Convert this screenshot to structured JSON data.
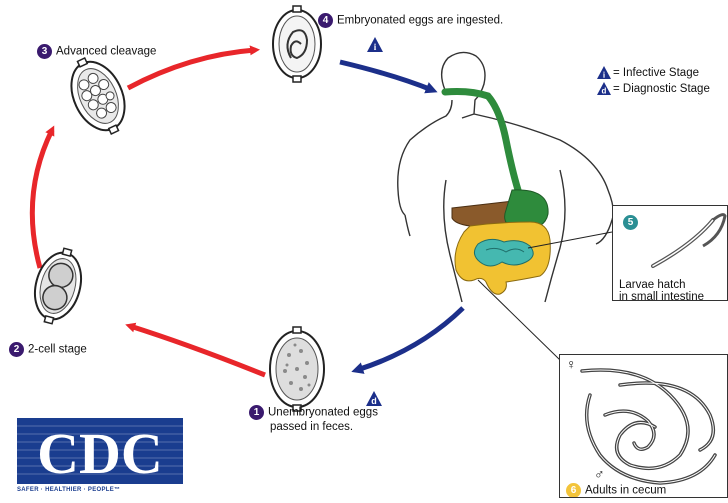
{
  "stages": {
    "s1": {
      "number": "1",
      "line1": "Unembryonated eggs",
      "line2": "passed in feces."
    },
    "s2": {
      "number": "2",
      "label": "2-cell stage"
    },
    "s3": {
      "number": "3",
      "label": "Advanced cleavage"
    },
    "s4": {
      "number": "4",
      "label": "Embryonated eggs are ingested."
    },
    "s5": {
      "number": "5",
      "line1": "Larvae hatch",
      "line2": "in small intestine"
    },
    "s6": {
      "number": "6",
      "label": "Adults in cecum"
    }
  },
  "legend": {
    "infective": {
      "symbol": "i",
      "label": "= Infective Stage"
    },
    "diagnostic": {
      "symbol": "d",
      "label": "= Diagnostic Stage"
    }
  },
  "markers": {
    "infective_symbol": "i",
    "diagnostic_symbol": "d"
  },
  "sex_symbols": {
    "female": "♀",
    "male": "♂"
  },
  "logo": {
    "text": "CDC",
    "tagline": "SAFER · HEALTHIER · PEOPLE™"
  },
  "colors": {
    "cycle_arrow": "#e8262a",
    "infective_arrow": "#1c2f8a",
    "marker_blue": "#1c2f8a",
    "stage_number": "#3a1a6e",
    "esophagus_stomach": "#2e8b3c",
    "large_intestine": "#f1c232",
    "small_intestine": "#45b8b0",
    "liver": "#8a5a2b",
    "cdc_blue": "#1a3d8f"
  }
}
